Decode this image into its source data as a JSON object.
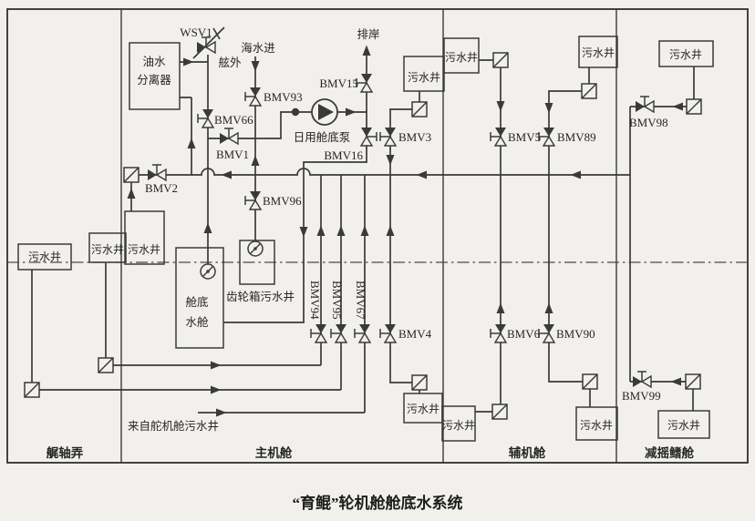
{
  "diagram_title": "“育鲲”轮机舱舱底水系统",
  "compartments": {
    "stern_tube_alley": "艉轴弄",
    "main_engine_room": "主机舱",
    "aux_engine_room": "辅机舱",
    "fin_stabilizer_room": "减摇鳍舱"
  },
  "equipment": {
    "oily_water_separator_line1": "油水",
    "oily_water_separator_line2": "分离器",
    "daily_bilge_pump": "日用舱底泵",
    "bilge_water_tank_line1": "舱底",
    "bilge_water_tank_line2": "水舱",
    "gearbox_sewage_well": "齿轮箱污水井",
    "sewage_well": "污水井"
  },
  "annotations": {
    "sea_water_in": "海水进",
    "discharge_ashore": "排岸",
    "overboard": "舷外",
    "from_steering_gear_room_well": "来自舵机舱污水井"
  },
  "valves": {
    "WSV1": "WSV1",
    "BMV1": "BMV1",
    "BMV2": "BMV2",
    "BMV3": "BMV3",
    "BMV4": "BMV4",
    "BMV5": "BMV5",
    "BMV6": "BMV6",
    "BMV15": "BMV15",
    "BMV16": "BMV16",
    "BMV66": "BMV66",
    "BMV67": "BMV67",
    "BMV89": "BMV89",
    "BMV90": "BMV90",
    "BMV93": "BMV93",
    "BMV94": "BMV94",
    "BMV95": "BMV95",
    "BMV96": "BMV96",
    "BMV98": "BMV98",
    "BMV99": "BMV99"
  },
  "colors": {
    "line": "#3a3a3a",
    "paper": "#f2f0ec"
  }
}
